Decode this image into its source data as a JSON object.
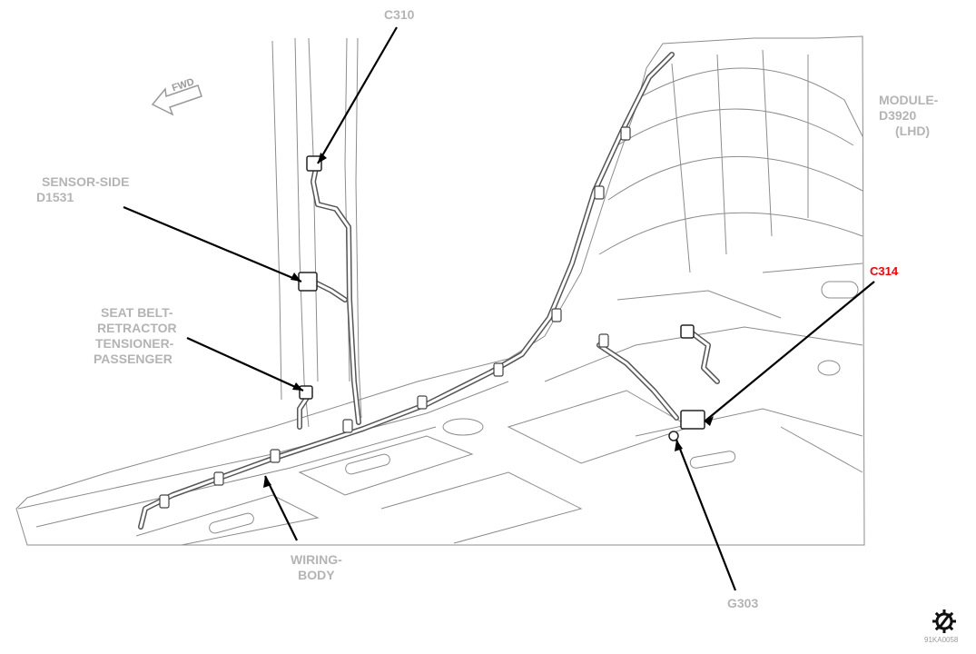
{
  "labels": {
    "c310": "C310",
    "sensor_side": [
      "SENSOR-SIDE",
      "D1531"
    ],
    "seat_belt": [
      "SEAT BELT-",
      "RETRACTOR",
      "TENSIONER-",
      "PASSENGER"
    ],
    "wiring_body": [
      "WIRING-",
      "BODY"
    ],
    "g303": "G303",
    "c314": "C314",
    "module": [
      "MODULE-",
      "D3920",
      "(LHD)"
    ]
  },
  "fwd": "FWD",
  "doc_code": "91KA0058",
  "icons": [
    "forward-arrow-icon",
    "gear-slash-icon"
  ],
  "colors": {
    "line": "#8c8c8c",
    "leader": "#000000",
    "label": "#b4b4b4",
    "highlight": "#ff0000"
  }
}
